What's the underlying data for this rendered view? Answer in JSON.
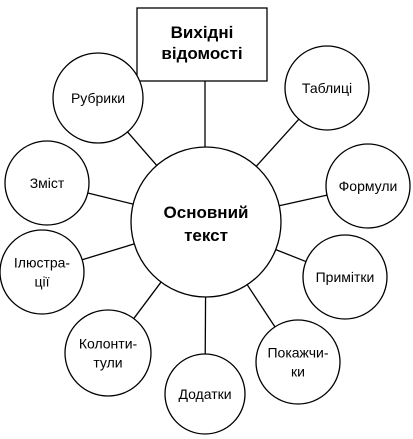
{
  "diagram": {
    "top_box": {
      "lines": [
        "Вихідні",
        "відомості"
      ]
    },
    "center": {
      "lines": [
        "Основний",
        "текст"
      ]
    },
    "nodes": [
      {
        "id": "rubryky",
        "lines": [
          "Рубрики"
        ]
      },
      {
        "id": "tablytsi",
        "lines": [
          "Таблиці"
        ]
      },
      {
        "id": "zmist",
        "lines": [
          "Зміст"
        ]
      },
      {
        "id": "formuly",
        "lines": [
          "Формули"
        ]
      },
      {
        "id": "ilyustratsii",
        "lines": [
          "Ілюстра-",
          "ції"
        ]
      },
      {
        "id": "prymitky",
        "lines": [
          "Примітки"
        ]
      },
      {
        "id": "kolontytuly",
        "lines": [
          "Колонти-",
          "тули"
        ]
      },
      {
        "id": "pokazhchyky",
        "lines": [
          "Покажчи-",
          "ки"
        ]
      },
      {
        "id": "dodatky",
        "lines": [
          "Додатки"
        ]
      }
    ]
  }
}
